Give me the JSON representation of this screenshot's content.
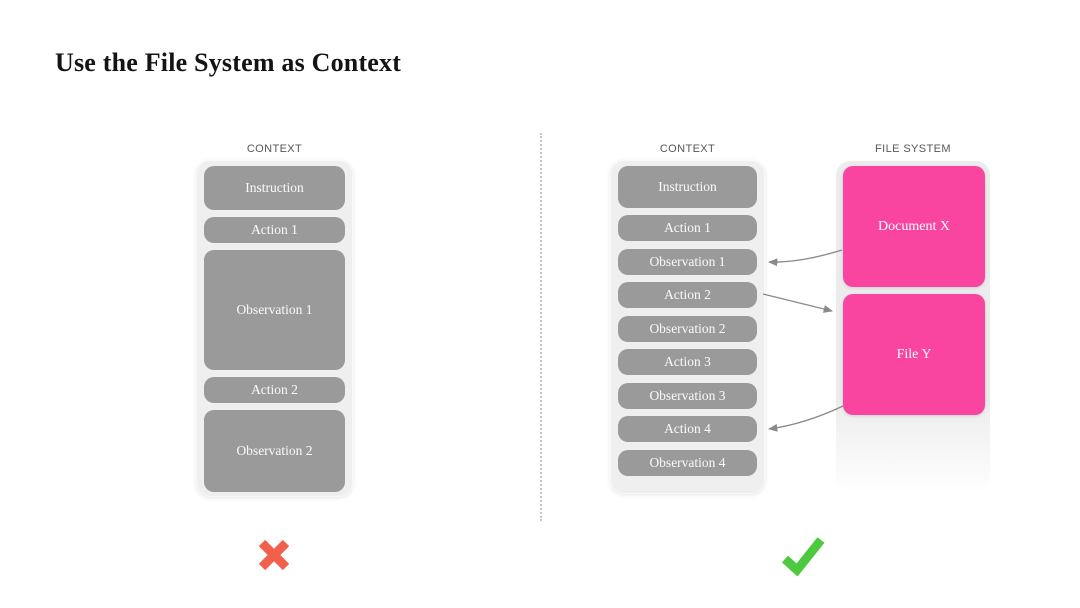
{
  "title": "Use the File System as Context",
  "colors": {
    "pink": "#f9459f",
    "box_gray": "#9a9a9a",
    "container_gray": "#efefef",
    "cross_red": "#f2604d",
    "check_green": "#4cc93f",
    "arrow_gray": "#8a8a8a",
    "label_gray": "#575757"
  },
  "left_panel": {
    "label": "CONTEXT",
    "boxes": [
      "Instruction",
      "Action 1",
      "Observation 1",
      "Action 2",
      "Observation 2"
    ],
    "verdict": "rejected"
  },
  "right_panel": {
    "context": {
      "label": "CONTEXT",
      "boxes": [
        "Instruction",
        "Action 1",
        "Observation 1",
        "Action 2",
        "Observation 2",
        "Action 3",
        "Observation 3",
        "Action 4",
        "Observation 4"
      ]
    },
    "file_system": {
      "label": "FILE SYSTEM",
      "boxes": [
        "Document X",
        "File Y"
      ]
    },
    "connections": [
      {
        "from": "Document X",
        "to": "Observation 1"
      },
      {
        "from": "Action 2",
        "to": "File Y"
      },
      {
        "from": "File Y",
        "to": "Action 4"
      }
    ],
    "verdict": "approved"
  }
}
